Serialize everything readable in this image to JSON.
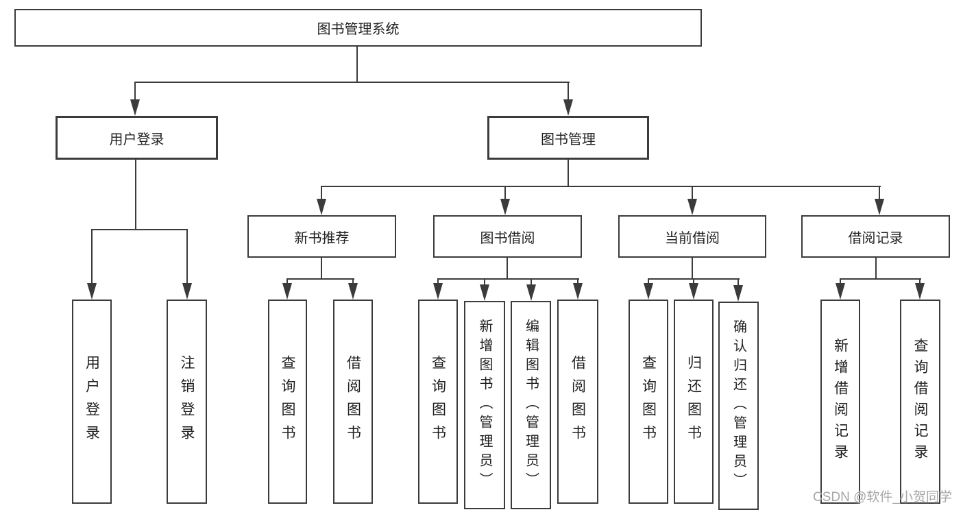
{
  "tree": {
    "label": "图书管理系统",
    "children": [
      {
        "label": "用户登录",
        "children": [
          {
            "label": "用户登录"
          },
          {
            "label": "注销登录"
          }
        ]
      },
      {
        "label": "图书管理",
        "children": [
          {
            "label": "新书推荐",
            "children": [
              {
                "label": "查询图书"
              },
              {
                "label": "借阅图书"
              }
            ]
          },
          {
            "label": "图书借阅",
            "children": [
              {
                "label": "查询图书"
              },
              {
                "label": "新增图书（管理员）"
              },
              {
                "label": "编辑图书（管理员）"
              },
              {
                "label": "借阅图书"
              }
            ]
          },
          {
            "label": "当前借阅",
            "children": [
              {
                "label": "查询图书"
              },
              {
                "label": "归还图书"
              },
              {
                "label": "确认归还（管理员）"
              }
            ]
          },
          {
            "label": "借阅记录",
            "children": [
              {
                "label": "新增借阅记录"
              },
              {
                "label": "查询借阅记录"
              }
            ]
          }
        ]
      }
    ]
  },
  "watermark": {
    "text": "CSDN @软件_小贺同学"
  },
  "colors": {
    "line": "#3b3b3b",
    "box_border": "#3b3b3b",
    "text": "#1f1f1f",
    "background": "#ffffff",
    "watermark": "#a6a6a6"
  }
}
